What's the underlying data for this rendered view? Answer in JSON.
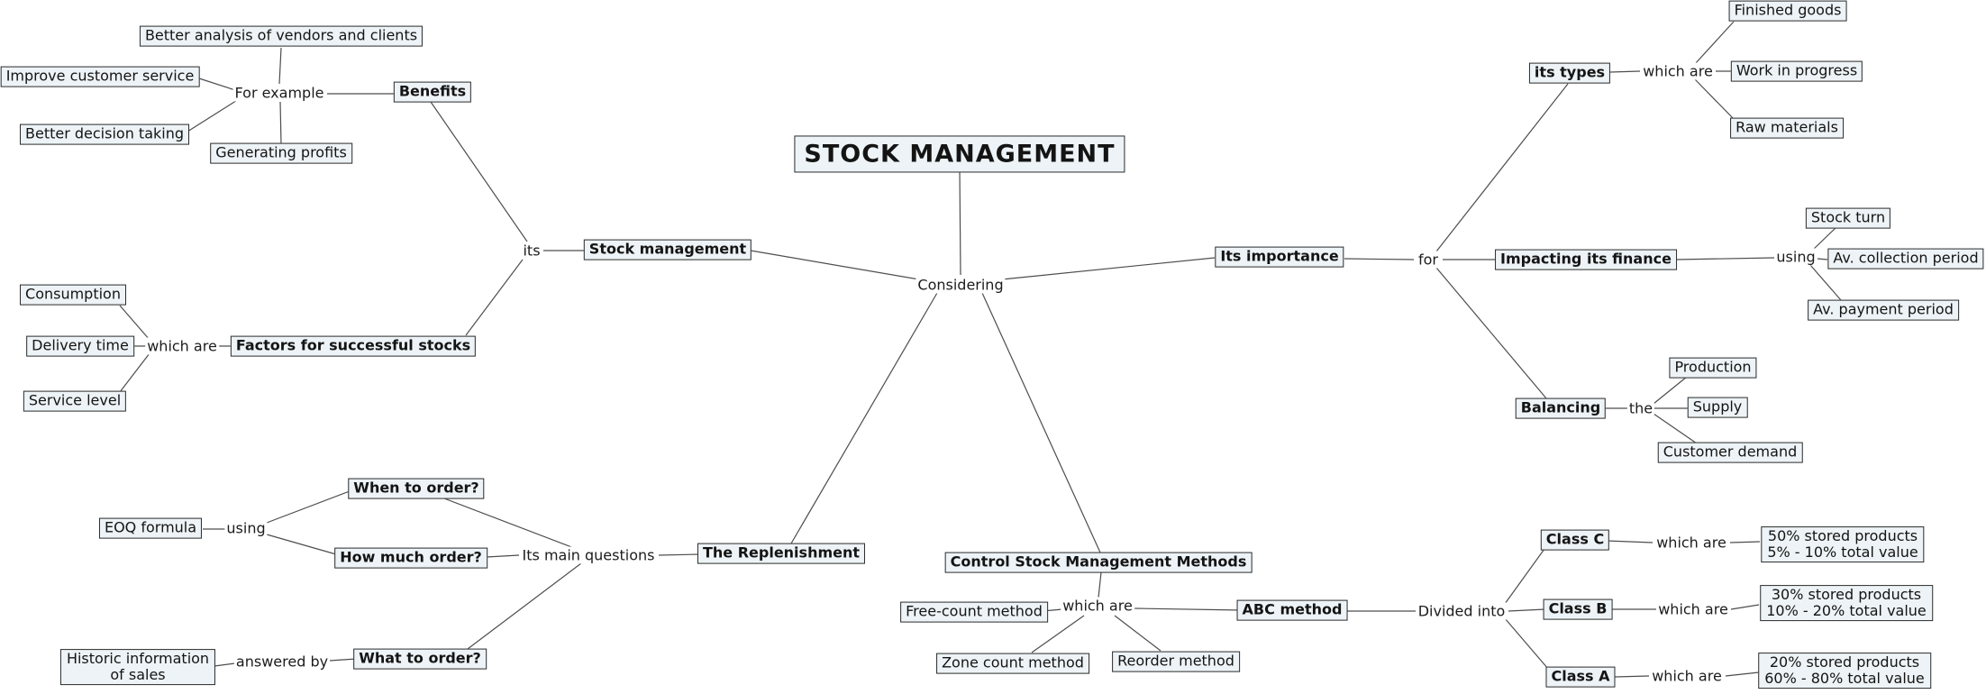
{
  "title": "STOCK MANAGEMENT",
  "colors": {
    "box_fill": "#edf3f6",
    "box_border": "#2b2b2b",
    "line_color": "#4d4d4d"
  },
  "nodes": {
    "better_analysis": {
      "label": "Better analysis of vendors and clients"
    },
    "improve_customer_service": {
      "label": "Improve customer service"
    },
    "better_decision_taking": {
      "label": "Better decision taking"
    },
    "generating_profits": {
      "label": "Generating profits"
    },
    "benefits": {
      "label": "Benefits"
    },
    "stock_management": {
      "label": "Stock management"
    },
    "factors": {
      "label": "Factors for successful stocks"
    },
    "consumption": {
      "label": "Consumption"
    },
    "delivery_time": {
      "label": "Delivery time"
    },
    "service_level": {
      "label": "Service level"
    },
    "its_types": {
      "label": "its types"
    },
    "finished_goods": {
      "label": "Finished goods"
    },
    "work_in_progress": {
      "label": "Work in progress"
    },
    "raw_materials": {
      "label": "Raw materials"
    },
    "its_importance": {
      "label": "Its importance"
    },
    "impacting_finance": {
      "label": "Impacting its finance"
    },
    "stock_turn": {
      "label": "Stock turn"
    },
    "av_collection_period": {
      "label": "Av. collection period"
    },
    "av_payment_period": {
      "label": "Av. payment period"
    },
    "balancing": {
      "label": "Balancing"
    },
    "production": {
      "label": "Production"
    },
    "supply": {
      "label": "Supply"
    },
    "customer_demand": {
      "label": "Customer demand"
    },
    "when_to_order": {
      "label": "When to order?"
    },
    "eoq_formula": {
      "label": "EOQ formula"
    },
    "how_much_order": {
      "label": "How much order?"
    },
    "the_replenishment": {
      "label": "The Replenishment"
    },
    "historic_information": {
      "line1": "Historic information",
      "line2": "of sales"
    },
    "what_to_order": {
      "label": "What to order?"
    },
    "control_methods": {
      "label": "Control Stock Management Methods"
    },
    "free_count_method": {
      "label": "Free-count method"
    },
    "zone_count_method": {
      "label": "Zone count method"
    },
    "reorder_method": {
      "label": "Reorder method"
    },
    "abc_method": {
      "label": "ABC method"
    },
    "class_c": {
      "label": "Class C"
    },
    "class_b": {
      "label": "Class B"
    },
    "class_a": {
      "label": "Class A"
    },
    "class_c_desc": {
      "line1": "50% stored products",
      "line2": "5% - 10% total value"
    },
    "class_b_desc": {
      "line1": "30% stored products",
      "line2": "10% - 20% total value"
    },
    "class_a_desc": {
      "line1": "20% stored products",
      "line2": "60% - 80% total value"
    }
  },
  "labels": {
    "for_example": "For example",
    "its": "its",
    "which_are_factors": "which are",
    "considering": "Considering",
    "which_are_types": "which are",
    "for": "for",
    "using_finance": "using",
    "the": "the",
    "using_eoq": "using",
    "its_main_questions": "Its main questions",
    "answered_by": "answered by",
    "which_are_methods": "which are",
    "divided_into": "Divided into",
    "which_are_class_c": "which are",
    "which_are_class_b": "which are",
    "which_are_class_a": "which are"
  }
}
